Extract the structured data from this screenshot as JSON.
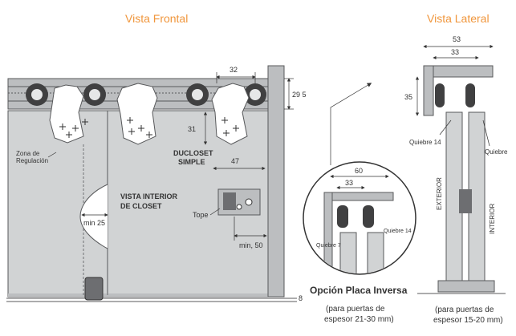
{
  "titles": {
    "front": "Vista Frontal",
    "side": "Vista Lateral"
  },
  "front_view": {
    "dim_32": "32",
    "dim_29_5": "29 5",
    "dim_31": "31",
    "dim_47": "47",
    "dim_min25": "min 25",
    "dim_min50": "min, 50",
    "dim_8": "8",
    "label_zona_line1": "Zona de",
    "label_zona_line2": "Regulación",
    "label_ducloset_line1": "DUCLOSET",
    "label_ducloset_line2": "SIMPLE",
    "label_interior_line1": "VISTA INTERIOR",
    "label_interior_line2": "DE CLOSET",
    "label_tope": "Tope"
  },
  "side_view": {
    "dim_53": "53",
    "dim_33": "33",
    "dim_35": "35",
    "label_quiebre14": "Quiebre 14",
    "label_quiebre": "Quiebre",
    "label_exterior": "EXTERIOR",
    "label_interior": "INTERIOR",
    "caption_line1": "(para puertas de",
    "caption_line2": "espesor 15-20 mm)"
  },
  "inverse_option": {
    "dim_60": "60",
    "dim_33": "33",
    "label_quiebre7": "Quiebre 7",
    "label_quiebre14": "Quiebre 14",
    "title": "Opción Placa Inversa",
    "caption_line1": "(para puertas de",
    "caption_line2": "espesor 21-30 mm)"
  }
}
